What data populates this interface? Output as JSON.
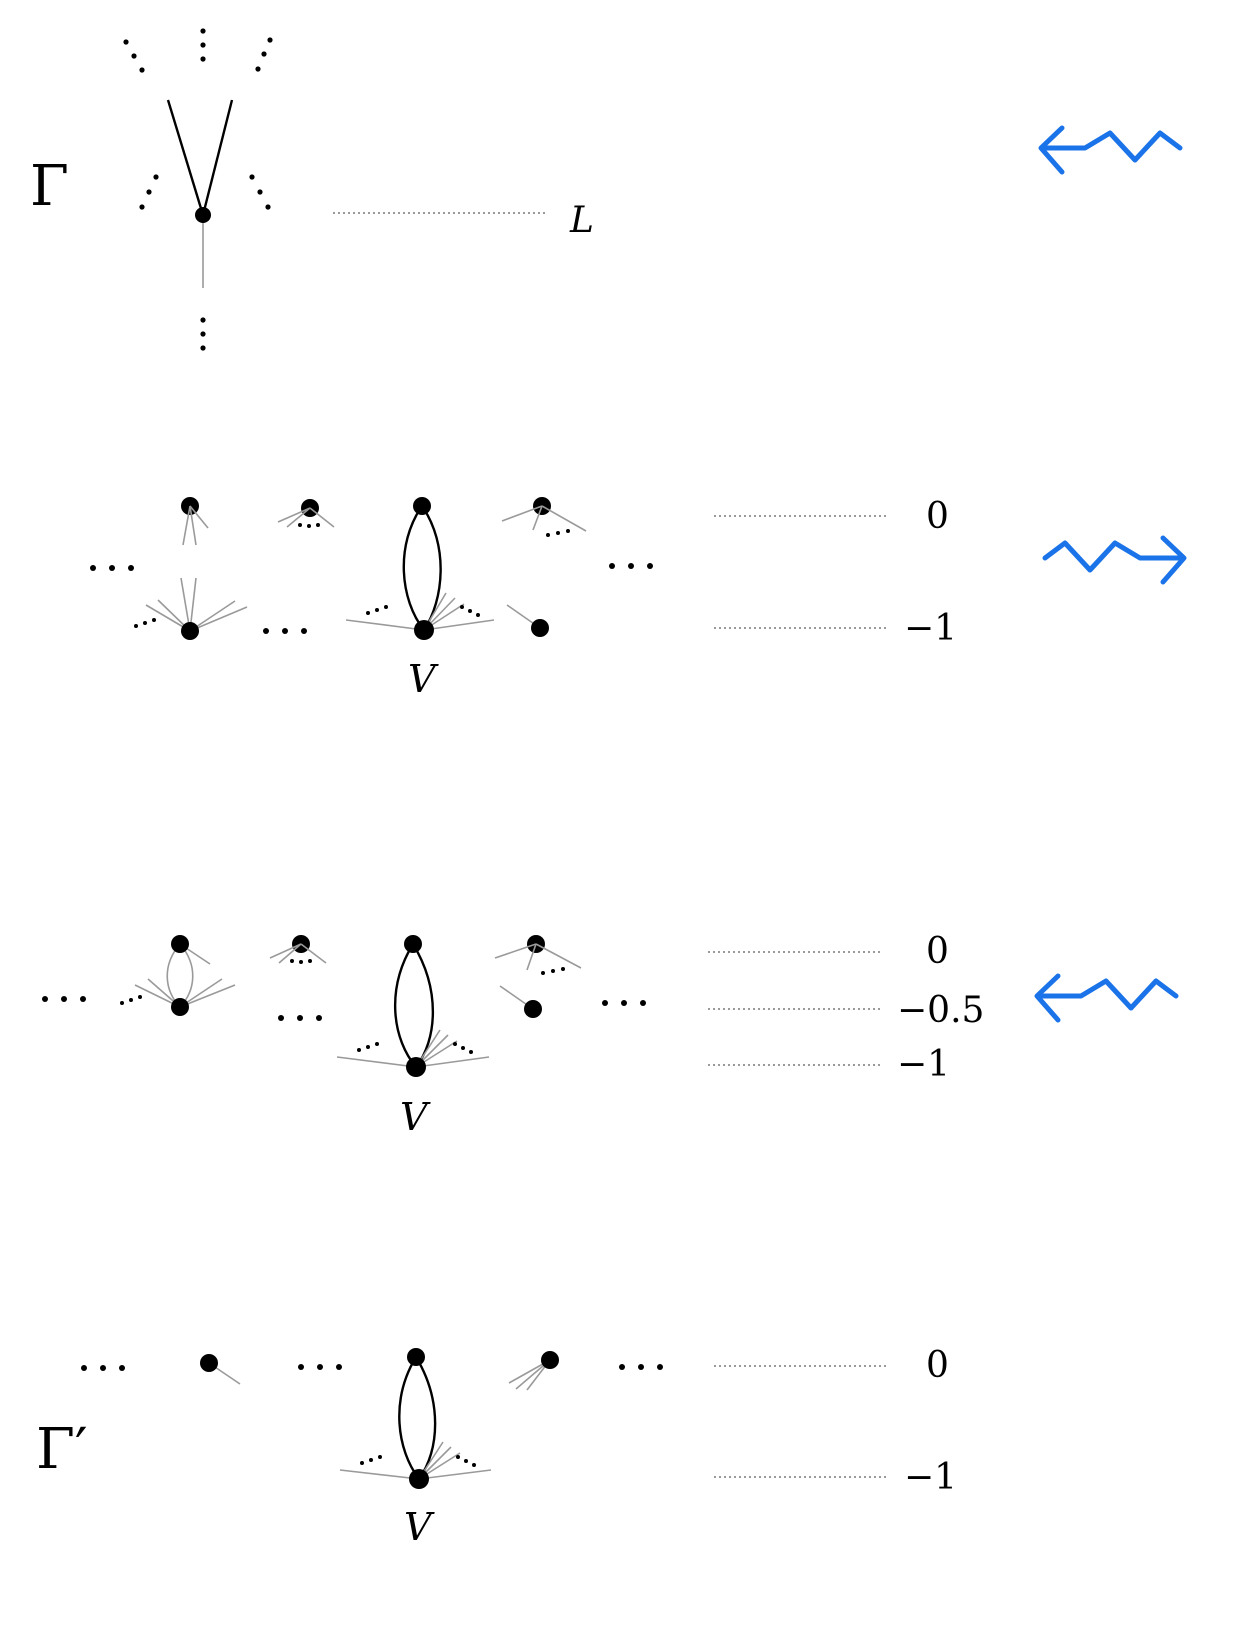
{
  "diagram": {
    "gamma_label": "Γ",
    "gamma_prime_label": "Γ′",
    "level_L": "L",
    "vertex_label": "V",
    "levels": {
      "zero": "0",
      "minus_one": "−1",
      "minus_half": "−0.5"
    },
    "arrow_color": "#1a73e8",
    "arrows": [
      {
        "direction": "left",
        "icon": "squiggly-left-arrow-icon"
      },
      {
        "direction": "right",
        "icon": "squiggly-right-arrow-icon"
      },
      {
        "direction": "left",
        "icon": "squiggly-left-arrow-icon"
      }
    ]
  }
}
